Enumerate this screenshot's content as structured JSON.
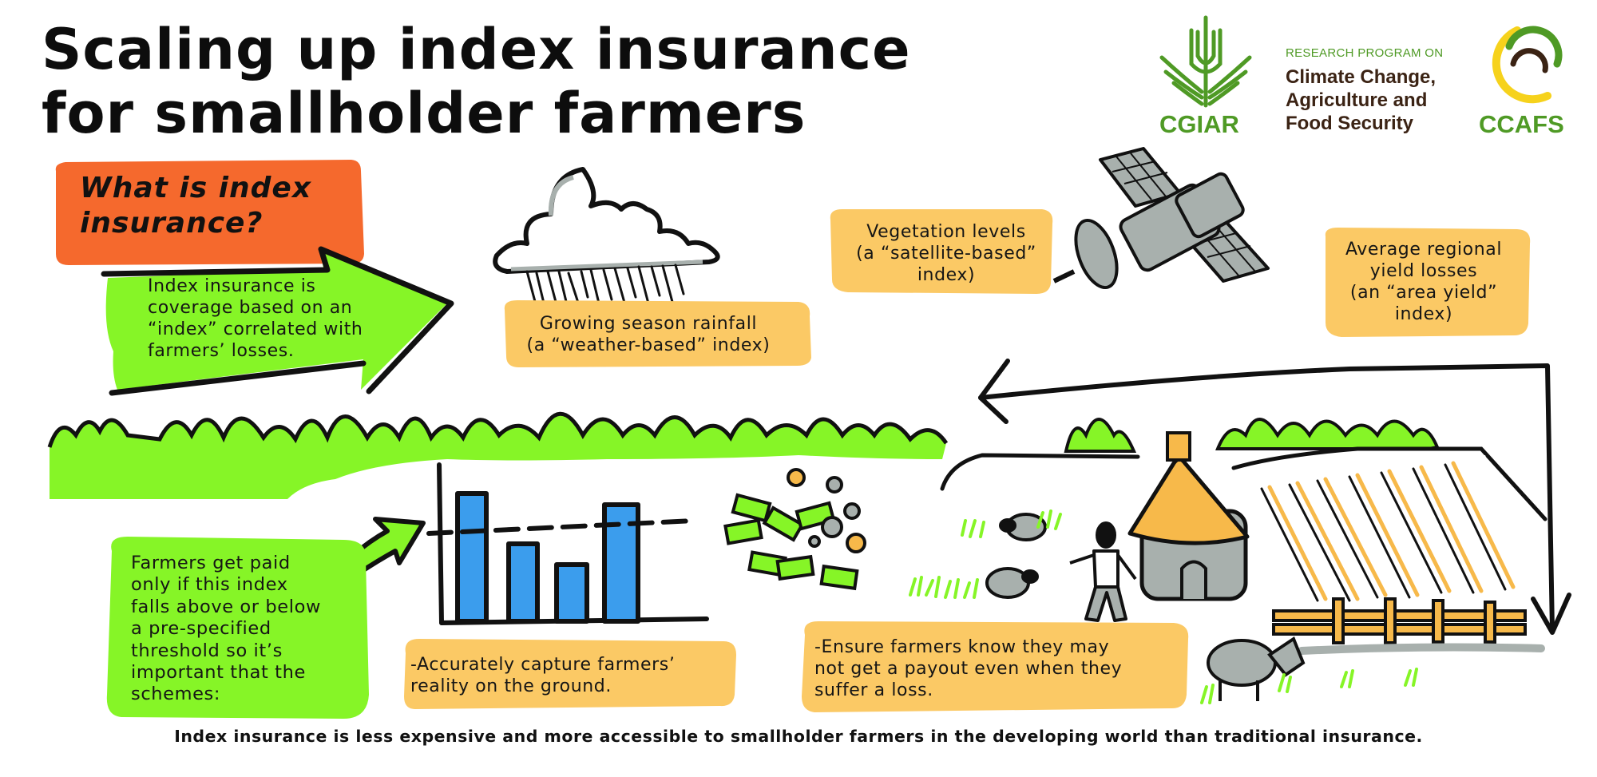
{
  "title": {
    "line1": "Scaling up index insurance",
    "line2": "for smallholder farmers"
  },
  "logos": {
    "cgiar": {
      "name": "CGIAR",
      "color": "#4f9a25"
    },
    "program": {
      "kicker": "RESEARCH PROGRAM ON",
      "line1": "Climate Change,",
      "line2": "Agriculture and",
      "line3": "Food Security",
      "color": "#3b2314"
    },
    "ccafs": {
      "name": "CCAFS",
      "color": "#4f9a25",
      "ring_yellow": "#f6d21c",
      "ring_brown": "#3b2314"
    }
  },
  "question": {
    "line1": "What is index",
    "line2": "insurance?",
    "bg_color": "#f5692d"
  },
  "definition": {
    "lines": [
      "Index insurance is",
      "coverage based on an",
      "“index” correlated with",
      "farmers’ losses."
    ],
    "bg_color": "#86f527"
  },
  "index_types": [
    {
      "id": "weather",
      "line1": "Growing season rainfall",
      "line2": "(a “weather-based” index)",
      "icon": "rain-cloud-icon"
    },
    {
      "id": "satellite",
      "line1": "Vegetation levels",
      "line2": "(a “satellite-based”",
      "line3": "index)",
      "icon": "satellite-icon"
    },
    {
      "id": "area-yield",
      "line1": "Average regional",
      "line2": "yield losses",
      "line3": "(an “area yield”",
      "line4": "index)"
    }
  ],
  "payout_rule": {
    "lines": [
      "Farmers get paid",
      "only if this index",
      "falls above or below",
      "a pre-specified",
      "threshold so it’s",
      "important that the",
      "schemes:"
    ]
  },
  "requirements": [
    {
      "lines": [
        "-Accurately capture farmers’",
        "reality on the ground."
      ]
    },
    {
      "lines": [
        "-Ensure farmers know they may",
        "not get a payout even when they",
        "suffer a loss."
      ]
    }
  ],
  "illustration": {
    "bar_chart_icon": "bar-chart-icon",
    "bar_values_relative": [
      0.8,
      0.5,
      0.34,
      0.75
    ],
    "threshold_relative": 0.58,
    "bar_color": "#3b9ded",
    "note_color": "#86f527",
    "coin_color": "#f7b94a",
    "box_color": "#fbc965",
    "farm_scene_icon": "farm-scene-icon"
  },
  "footer": {
    "text": "Index insurance is less expensive and more accessible to smallholder farmers in the developing world than traditional insurance."
  }
}
